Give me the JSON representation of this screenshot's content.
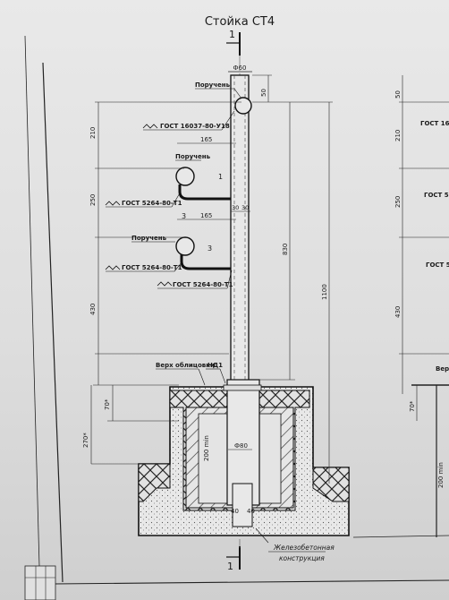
{
  "drawing": {
    "title": "Стойка СТ4",
    "section_mark": "1",
    "diameter_top": "Ф60",
    "diameter_bottom": "Ф80",
    "labels": {
      "handrail_1": "Поручень",
      "handrail_2": "Поручень",
      "handrail_3": "Поручень",
      "gost_top": "ГОСТ 16037-80-У18",
      "gost_mid": "ГОСТ 5264-80-Т1",
      "gost_low1": "ГОСТ 5264-80-Т1",
      "gost_low2": "ГОСТ 5264-80-Т1",
      "facing_top": "Верх облицовки",
      "nd1": "НД1",
      "concrete_1": "Железобетонная",
      "concrete_2": "конструкция"
    },
    "callouts": {
      "c1": "1",
      "c2": "3",
      "c3": "3"
    },
    "dimensions": {
      "d50": "50",
      "d210": "210",
      "d165a": "165",
      "d250": "250",
      "d30a": "30",
      "d30b": "30",
      "d165b": "165",
      "d830": "830",
      "d430": "430",
      "d1100": "1100",
      "d70": "70*",
      "d270": "270*",
      "d200": "200 min",
      "d40a": "40",
      "d40b": "40"
    },
    "right_partial": {
      "d50": "50",
      "d210": "210",
      "gost_top": "ГОСТ 16",
      "d250": "250",
      "gost_mid": "ГОСТ 526",
      "gost_low": "ГОСТ 526",
      "d430": "430",
      "facing": "Верх",
      "d70": "70*",
      "d200": "200 min"
    }
  }
}
